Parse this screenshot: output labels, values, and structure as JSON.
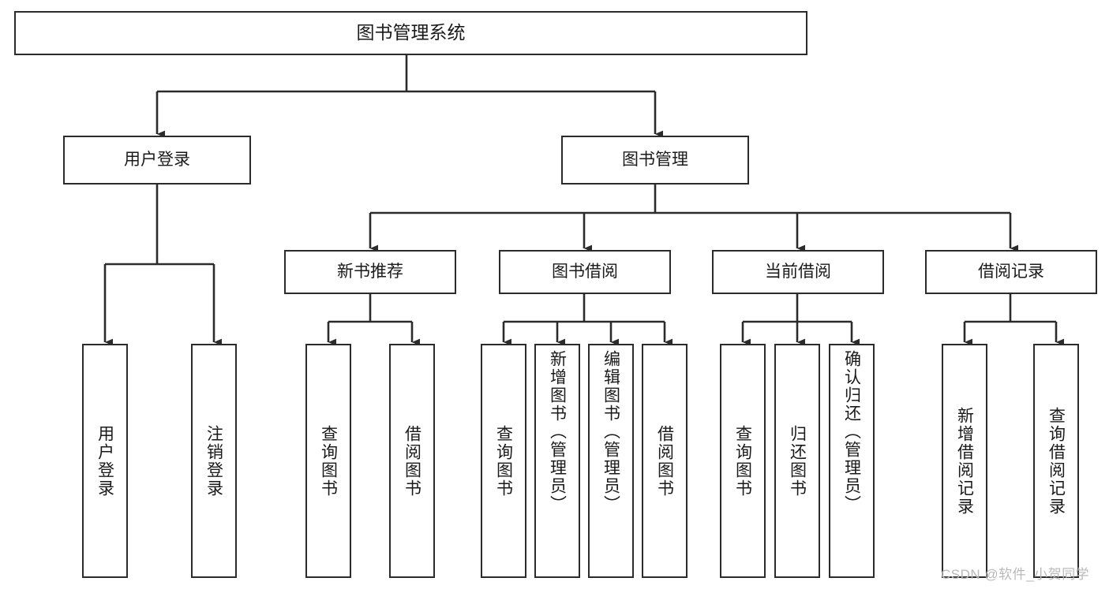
{
  "diagram": {
    "title": "图书管理系统",
    "type": "tree-hierarchy-diagram",
    "root": {
      "label": "图书管理系统"
    },
    "level1": [
      {
        "label": "用户登录"
      },
      {
        "label": "图书管理"
      }
    ],
    "level2": [
      {
        "label": "新书推荐"
      },
      {
        "label": "图书借阅"
      },
      {
        "label": "当前借阅"
      },
      {
        "label": "借阅记录"
      }
    ],
    "leaves": {
      "user_login": [
        {
          "label": "用户登录"
        },
        {
          "label": "注销登录"
        }
      ],
      "new_book_recommend": [
        {
          "label": "查询图书"
        },
        {
          "label": "借阅图书"
        }
      ],
      "book_borrow": [
        {
          "label": "查询图书"
        },
        {
          "label": "新增图书（管理员）"
        },
        {
          "label": "编辑图书（管理员）"
        },
        {
          "label": "借阅图书"
        }
      ],
      "current_borrow": [
        {
          "label": "查询图书"
        },
        {
          "label": "归还图书"
        },
        {
          "label": "确认归还（管理员）"
        }
      ],
      "borrow_records": [
        {
          "label": "新增借阅记录"
        },
        {
          "label": "查询借阅记录"
        }
      ]
    }
  },
  "watermark": {
    "text": "CSDN @软件_小贺同学"
  },
  "colors": {
    "stroke": "#2b2b2b",
    "background": "#ffffff",
    "text": "#1a1a1a",
    "watermark": "#b9b9b9"
  }
}
